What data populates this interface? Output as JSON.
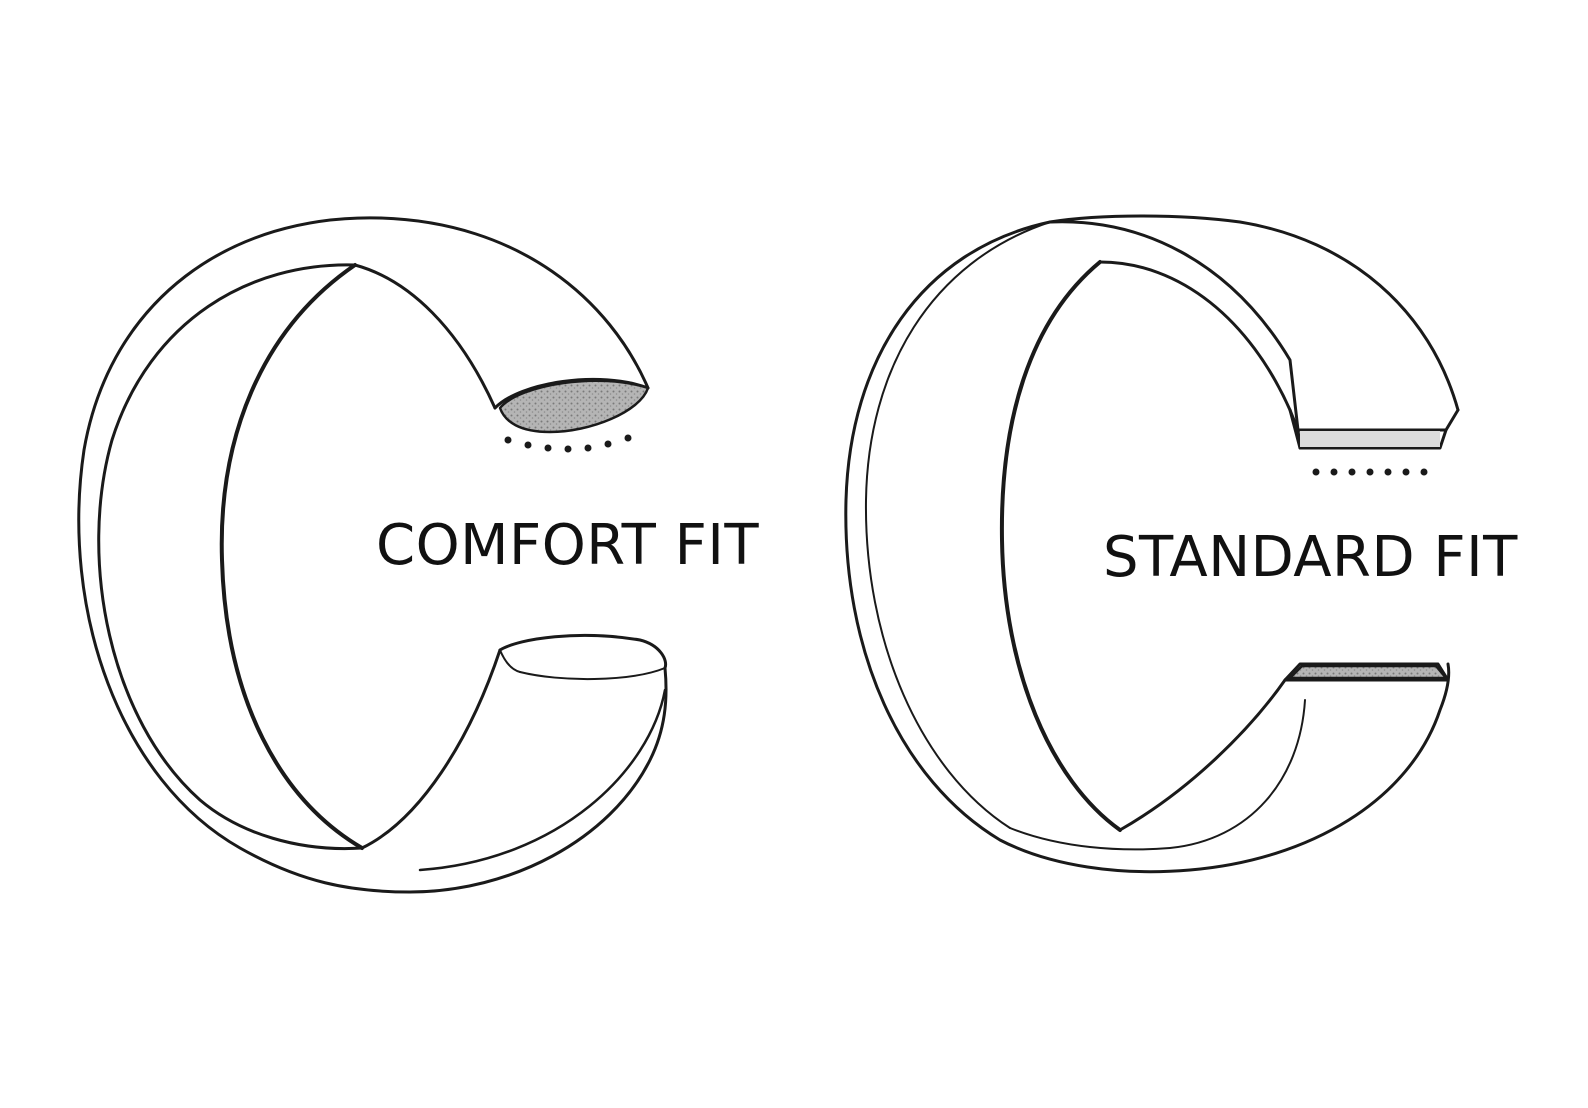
{
  "labels": {
    "comfort": "COMFORT FIT",
    "standard": "STANDARD FIT"
  },
  "colors": {
    "stroke": "#1a1a1a",
    "background": "#ffffff",
    "cross_section_fill": "#9a9a9a",
    "text": "#111111"
  },
  "rings": [
    {
      "name": "comfort-fit-ring",
      "profile": "rounded"
    },
    {
      "name": "standard-fit-ring",
      "profile": "flat"
    }
  ]
}
